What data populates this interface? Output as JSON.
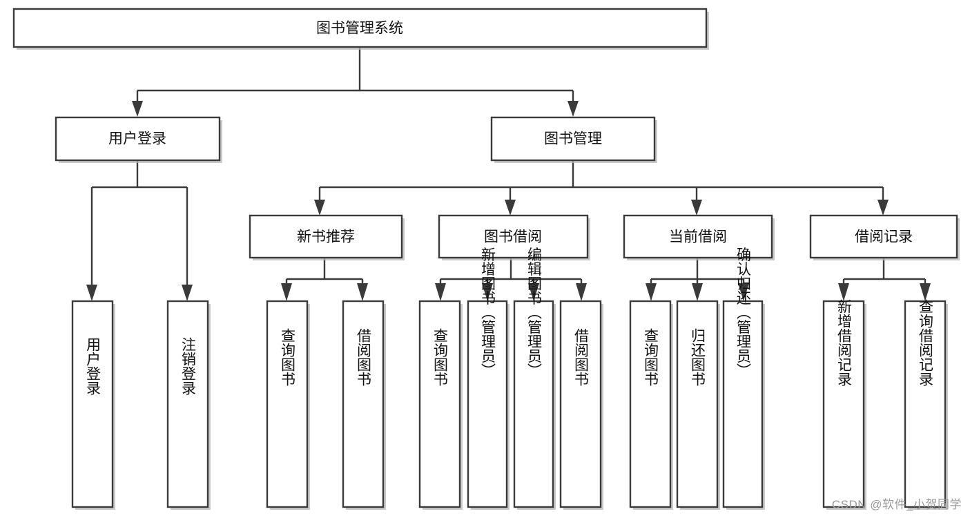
{
  "diagram": {
    "type": "tree",
    "title": "图书管理系统",
    "orientation": "top-down",
    "watermark": "CSDN @软件_小贺同学",
    "colors": {
      "stroke": "#3a3a3a",
      "fill": "#ffffff",
      "text": "#111111",
      "watermark": "#9a9a9a"
    },
    "nodes": {
      "root": {
        "label": "图书管理系统"
      },
      "level2": [
        {
          "id": "user-login",
          "label": "用户登录"
        },
        {
          "id": "book-manage",
          "label": "图书管理"
        }
      ],
      "level3": [
        {
          "id": "new-book-rec",
          "label": "新书推荐"
        },
        {
          "id": "book-borrow",
          "label": "图书借阅"
        },
        {
          "id": "current-borrow",
          "label": "当前借阅"
        },
        {
          "id": "borrow-record",
          "label": "借阅记录"
        }
      ],
      "leaves": {
        "user_login": [
          {
            "id": "leaf-user-login",
            "label": "用户登录"
          },
          {
            "id": "leaf-logout",
            "label": "注销登录"
          }
        ],
        "new_book_rec": [
          {
            "id": "leaf-query-book-1",
            "label": "查询图书"
          },
          {
            "id": "leaf-borrow-book-1",
            "label": "借阅图书"
          }
        ],
        "book_borrow": [
          {
            "id": "leaf-query-book-2",
            "label": "查询图书"
          },
          {
            "id": "leaf-add-book",
            "label": "新增图书（管理员）"
          },
          {
            "id": "leaf-edit-book",
            "label": "编辑图书（管理员）"
          },
          {
            "id": "leaf-borrow-book-2",
            "label": "借阅图书"
          }
        ],
        "current_borrow": [
          {
            "id": "leaf-query-book-3",
            "label": "查询图书"
          },
          {
            "id": "leaf-return-book",
            "label": "归还图书"
          },
          {
            "id": "leaf-confirm-return",
            "label": "确认归还（管理员）"
          }
        ],
        "borrow_record": [
          {
            "id": "leaf-add-record",
            "label": "新增借阅记录"
          },
          {
            "id": "leaf-query-record",
            "label": "查询借阅记录"
          }
        ]
      }
    }
  }
}
